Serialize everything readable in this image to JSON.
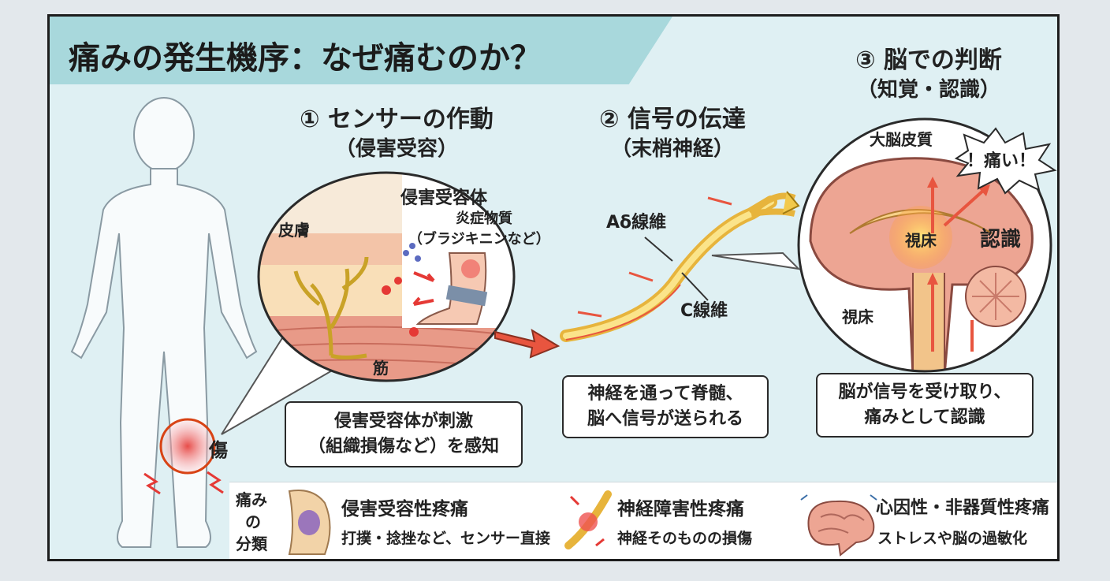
{
  "title": "痛みの発生機序：なぜ痛むのか？",
  "steps": {
    "s1": {
      "title": "① センサーの作動",
      "sub": "（侵害受容）"
    },
    "s2": {
      "title": "② 信号の伝達",
      "sub": "（末梢神経）"
    },
    "s3": {
      "title": "③ 脳での判断",
      "sub": "（知覚・認識）"
    }
  },
  "labels": {
    "injury": "傷",
    "skin": "皮膚",
    "nociceptor": "侵害受容体",
    "inflam1": "炎症物質",
    "inflam2": "（ブラジキニンなど）",
    "muscle": "筋",
    "adelta": "Aδ線維",
    "cfiber": "C線維",
    "cortex": "大脳皮質",
    "itai": "！痛い！",
    "thalamus_center": "視床",
    "recognition": "認識",
    "thalamus_low": "視床"
  },
  "boxes": {
    "b1": [
      "侵害受容体が刺激",
      "（組織損傷など）を感知"
    ],
    "b2": [
      "神経を通って脊髄、",
      "脳へ信号が送られる"
    ],
    "b3": [
      "脳が信号を受け取り、",
      "痛みとして認識"
    ]
  },
  "legend": {
    "heading": [
      "痛み",
      "の",
      "分類"
    ],
    "items": [
      {
        "title": "侵害受容性疼痛",
        "desc": "打撲・捻挫など、センサー直接"
      },
      {
        "title": "神経障害性疼痛",
        "desc": "神経そのものの損傷"
      },
      {
        "title": "心因性・非器質性疼痛",
        "desc": "ストレスや脳の過敏化"
      }
    ]
  },
  "colors": {
    "accent": "#e8553f",
    "nerve": "#f2c94c",
    "panel": "#dff0f3",
    "band": "#a8d8dc"
  }
}
